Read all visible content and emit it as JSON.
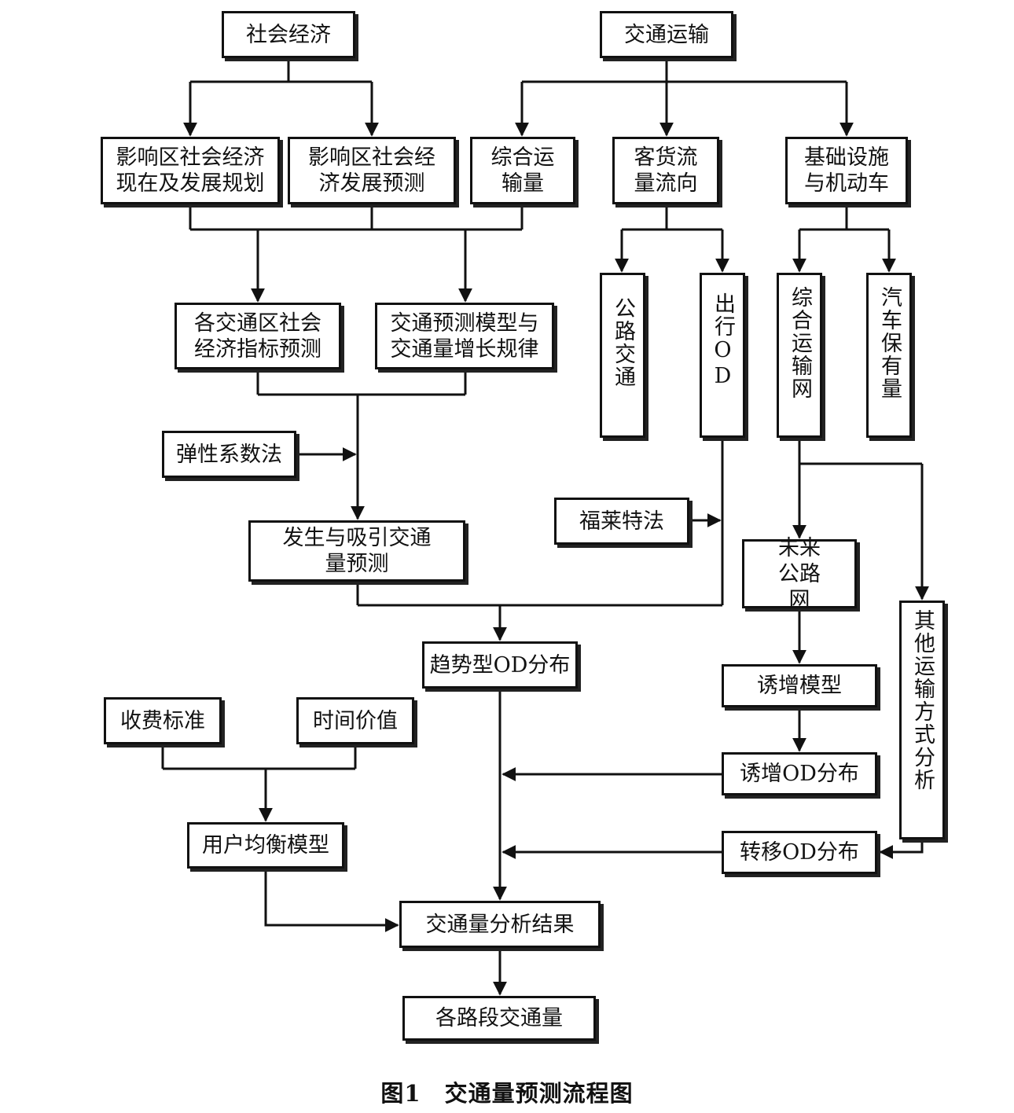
{
  "nodes": {
    "social_economy": "社会经济",
    "transport": "交通运输",
    "econ_current_plan": "影响区社会经济现在及发展规划",
    "econ_forecast": "影响区社会经济发展预测",
    "integrated_volume": "综合运输量",
    "flow_direction": "客货流量流向",
    "infrastructure_vehicles": "基础设施与机动车",
    "highway_traffic": "公路交通",
    "trip_od": "出行OD",
    "integrated_network": "综合运输网",
    "car_ownership": "汽车保有量",
    "zone_econ_indicators": "各交通区社会经济指标预测",
    "forecast_model_growth": "交通预测模型与交通量增长规律",
    "elasticity_method": "弹性系数法",
    "fratar_method": "福莱特法",
    "generation_attraction": "发生与吸引交通量预测",
    "future_road_network": "未来公路网",
    "trend_od": "趋势型OD分布",
    "other_modes": "其他运输方式分析",
    "induced_model": "诱增模型",
    "toll_standard": "收费标准",
    "time_value": "时间价值",
    "induced_od": "诱增OD分布",
    "user_equilibrium": "用户均衡模型",
    "transfer_od": "转移OD分布",
    "analysis_result": "交通量分析结果",
    "segment_volume": "各路段交通量"
  },
  "caption": {
    "figure_no": "图1",
    "title": "交通量预测流程图"
  },
  "colors": {
    "line": "#111111",
    "box_border": "#111111",
    "background": "#ffffff"
  }
}
